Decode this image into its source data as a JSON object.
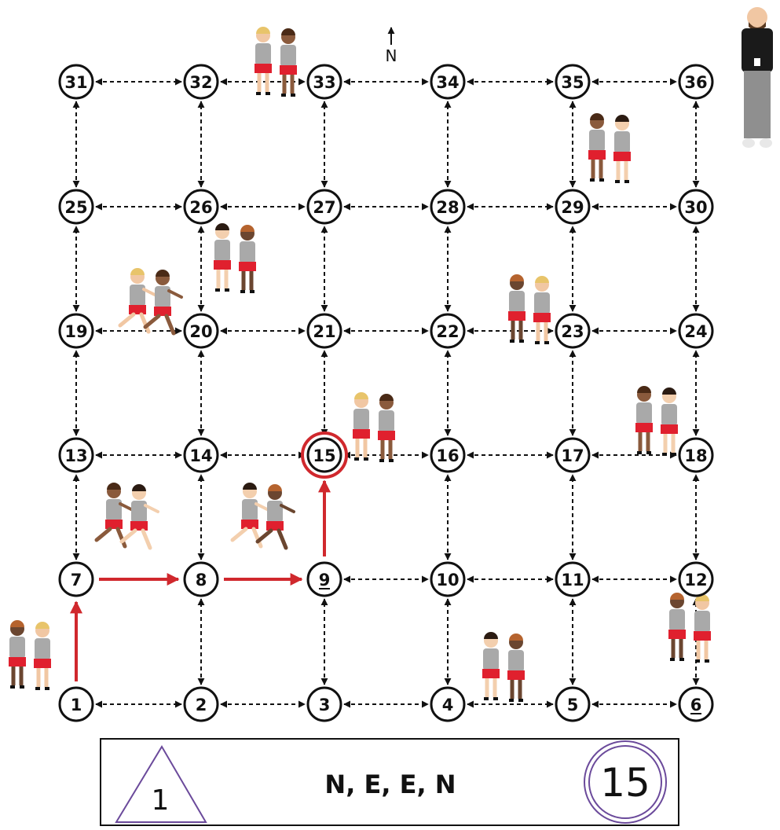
{
  "compass": {
    "label": "N"
  },
  "nodes": [
    {
      "id": 1,
      "label": "1"
    },
    {
      "id": 2,
      "label": "2"
    },
    {
      "id": 3,
      "label": "3"
    },
    {
      "id": 4,
      "label": "4"
    },
    {
      "id": 5,
      "label": "5"
    },
    {
      "id": 6,
      "label": "6",
      "underline": true
    },
    {
      "id": 7,
      "label": "7"
    },
    {
      "id": 8,
      "label": "8"
    },
    {
      "id": 9,
      "label": "9",
      "underline": true
    },
    {
      "id": 10,
      "label": "10"
    },
    {
      "id": 11,
      "label": "11"
    },
    {
      "id": 12,
      "label": "12"
    },
    {
      "id": 13,
      "label": "13"
    },
    {
      "id": 14,
      "label": "14"
    },
    {
      "id": 15,
      "label": "15",
      "highlight": true
    },
    {
      "id": 16,
      "label": "16"
    },
    {
      "id": 17,
      "label": "17"
    },
    {
      "id": 18,
      "label": "18"
    },
    {
      "id": 19,
      "label": "19"
    },
    {
      "id": 20,
      "label": "20"
    },
    {
      "id": 21,
      "label": "21"
    },
    {
      "id": 22,
      "label": "22"
    },
    {
      "id": 23,
      "label": "23"
    },
    {
      "id": 24,
      "label": "24"
    },
    {
      "id": 25,
      "label": "25"
    },
    {
      "id": 26,
      "label": "26"
    },
    {
      "id": 27,
      "label": "27"
    },
    {
      "id": 28,
      "label": "28"
    },
    {
      "id": 29,
      "label": "29"
    },
    {
      "id": 30,
      "label": "30"
    },
    {
      "id": 31,
      "label": "31"
    },
    {
      "id": 32,
      "label": "32"
    },
    {
      "id": 33,
      "label": "33"
    },
    {
      "id": 34,
      "label": "34"
    },
    {
      "id": 35,
      "label": "35"
    },
    {
      "id": 36,
      "label": "36"
    }
  ],
  "route": {
    "start": 1,
    "steps": [
      "N",
      "E",
      "E",
      "N"
    ],
    "end": 15
  },
  "colors": {
    "route": "#d0282d",
    "ink": "#111111",
    "card_accent": "#6b4a9b",
    "shirt": "#a9a9a9",
    "shorts": "#e0202e"
  },
  "card": {
    "start_label": "1",
    "directions": "N, E, E, N",
    "end_label": "15"
  },
  "figures": [
    {
      "kind": "pair-standing"
    },
    {
      "kind": "pair-standing"
    },
    {
      "kind": "pair-standing"
    },
    {
      "kind": "pair-standing"
    },
    {
      "kind": "pair-standing"
    },
    {
      "kind": "pair-standing"
    },
    {
      "kind": "pair-standing"
    },
    {
      "kind": "pair-standing"
    },
    {
      "kind": "pair-standing"
    },
    {
      "kind": "pair-running"
    },
    {
      "kind": "pair-running"
    },
    {
      "kind": "pair-running"
    },
    {
      "kind": "teacher"
    }
  ]
}
